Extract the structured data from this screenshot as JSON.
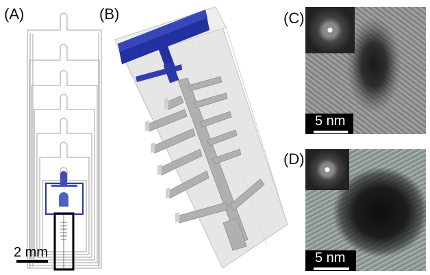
{
  "panels": {
    "a": {
      "label": "(A)",
      "scale_text": "2 mm"
    },
    "b": {
      "label": "(B)"
    },
    "c": {
      "label": "(C)",
      "scale_text": "5 nm"
    },
    "d": {
      "label": "(D)",
      "scale_text": "5 nm"
    }
  },
  "colors": {
    "blue": "#1f2e9c",
    "gray": "#a8a8a8",
    "box": "#d8d8d8",
    "tem_bg": "#9a9a9a",
    "tem_dark": "#111111"
  }
}
